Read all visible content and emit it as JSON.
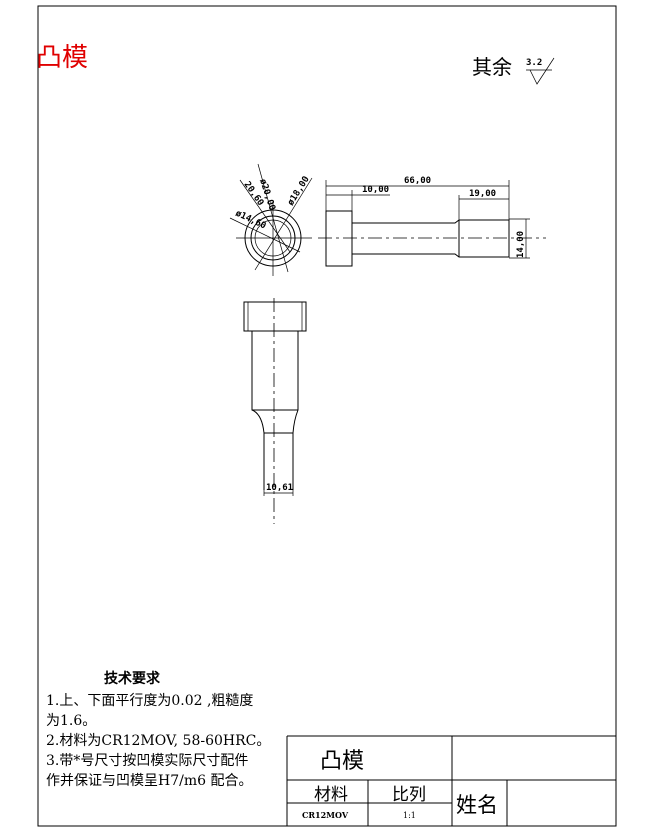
{
  "title_mark": "凸模",
  "roughness": {
    "label": "其余",
    "value": "3.2"
  },
  "dimensions": {
    "overall_length": "66,00",
    "head_length": "10,00",
    "tip_length": "19,00",
    "tip_height": "14,00",
    "dia_18": "ø18,00",
    "dia_20": "ø20,00",
    "r_20_60": "20,60",
    "dia_14_60": "ø14,60",
    "tip_width": "10,61"
  },
  "tech_requirements": {
    "heading": "技术要求",
    "lines": [
      "1.上、下面平行度为0.02 ,粗糙度",
      "为1.6。",
      "2.材料为CR12MOV, 58-60HRC。",
      "3.带*号尺寸按凹模实际尺寸配件",
      "作并保证与凹模呈H7/m6 配合。"
    ]
  },
  "title_block": {
    "part_name": "凸模",
    "material_label": "材料",
    "scale_label": "比列",
    "name_label": "姓名",
    "material_value": "CR12MOV",
    "scale_value": "1:1"
  }
}
